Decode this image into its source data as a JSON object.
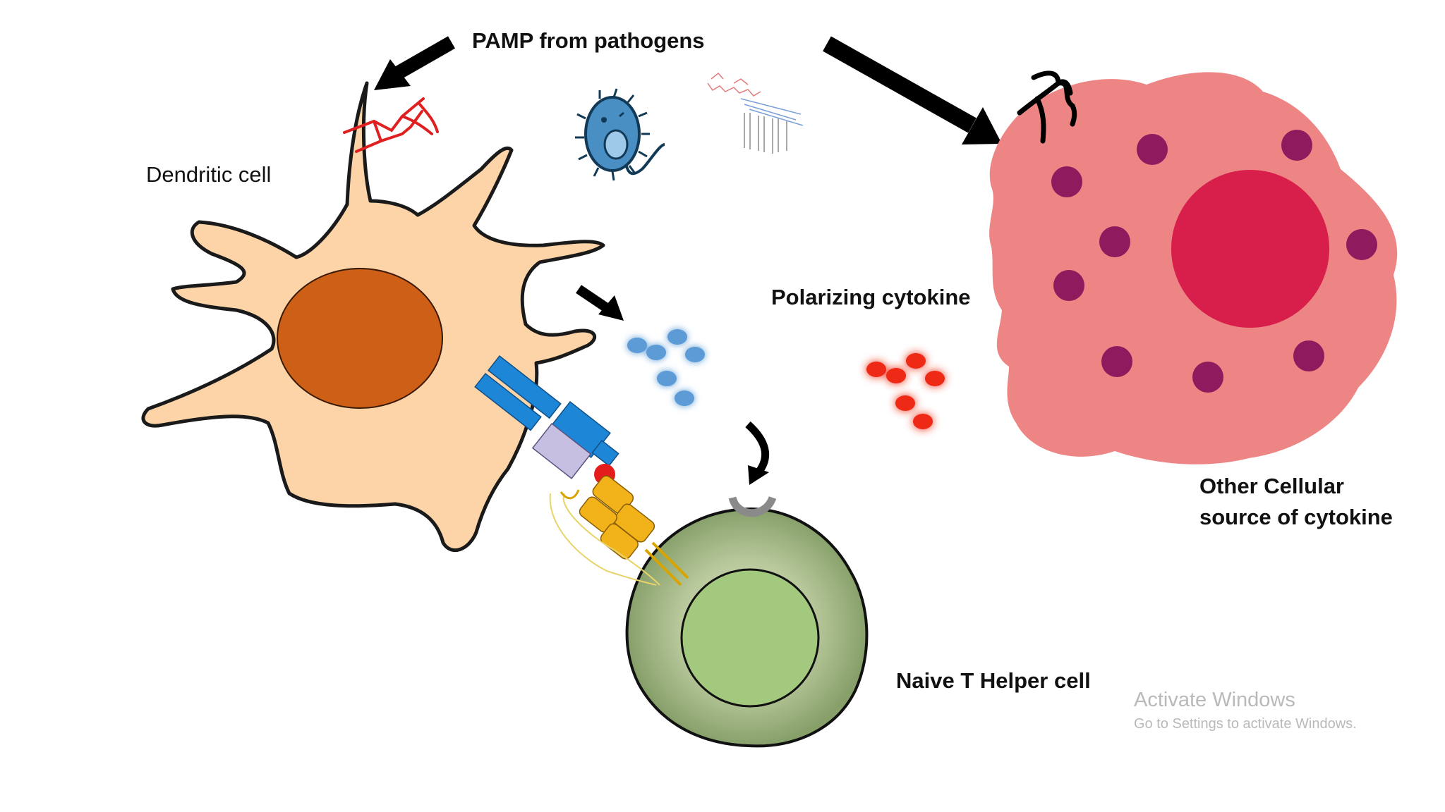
{
  "labels": {
    "pamp": "PAMP  from pathogens",
    "dendritic": "Dendritic cell",
    "polarizing": "Polarizing cytokine",
    "other_source_line1": "Other Cellular",
    "other_source_line2": "source of cytokine",
    "naive_t": "Naive T Helper cell"
  },
  "watermark": {
    "title": "Activate Windows",
    "subtitle": "Go to Settings to activate Windows."
  },
  "colors": {
    "dendritic_body": "#fdd4a8",
    "dendritic_nucleus": "#cd6016",
    "other_cell_body": "#ed8585",
    "other_cell_nucleus": "#d81e4b",
    "granule": "#8e1b5e",
    "t_cell_body": "#9aad7a",
    "t_cell_nucleus": "#a3c97e",
    "cytokine_blue": "#5b9bd5",
    "cytokine_red": "#ee2a12",
    "mhc_blue": "#1e86d6",
    "tcr_yellow": "#f2b21a"
  },
  "icons": [
    "bacterium-icon",
    "lps-molecule-icon",
    "pamp-ligand-icon",
    "receptor-icon"
  ]
}
